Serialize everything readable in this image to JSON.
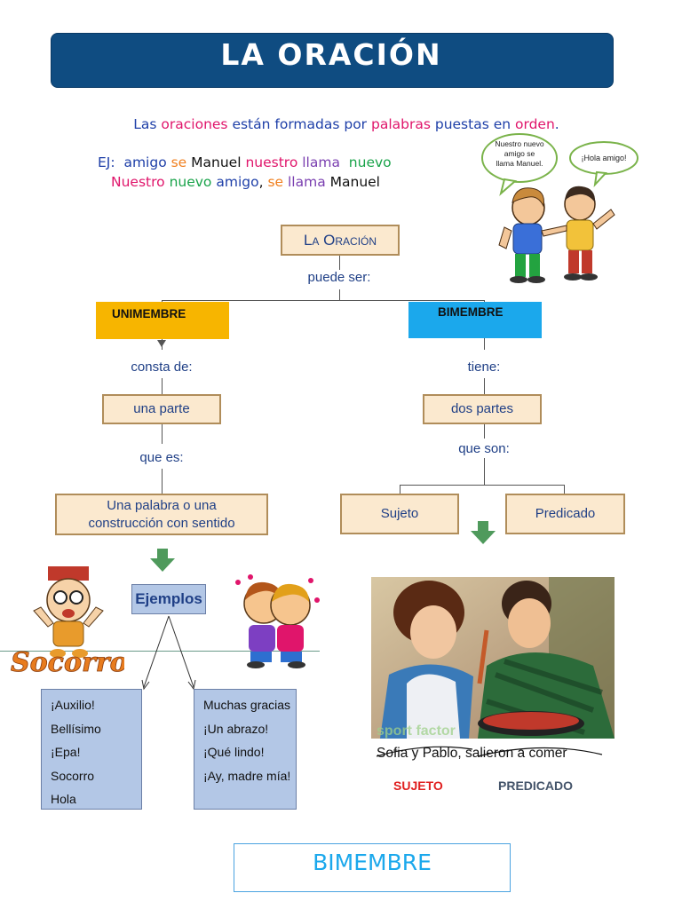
{
  "header": {
    "title": "LA ORACIÓN"
  },
  "intro": {
    "segments": [
      {
        "text": "Las ",
        "color": "#1e3fa8"
      },
      {
        "text": "oraciones",
        "color": "#e0156b"
      },
      {
        "text": " están formadas por ",
        "color": "#1e3fa8"
      },
      {
        "text": "palabras",
        "color": "#e0156b"
      },
      {
        "text": " puestas en ",
        "color": "#1e3fa8"
      },
      {
        "text": "orden",
        "color": "#e0156b"
      },
      {
        "text": ".",
        "color": "#1e3fa8"
      }
    ]
  },
  "example": {
    "line1": [
      {
        "text": "EJ:  ",
        "color": "#1e3fa8"
      },
      {
        "text": "amigo ",
        "color": "#1e3fa8"
      },
      {
        "text": "se ",
        "color": "#f08020"
      },
      {
        "text": "Manuel ",
        "color": "#111111"
      },
      {
        "text": "nuestro ",
        "color": "#e0156b"
      },
      {
        "text": "llama  ",
        "color": "#7a3fb0"
      },
      {
        "text": "nuevo",
        "color": "#19a34a"
      }
    ],
    "line2": [
      {
        "text": "Nuestro ",
        "color": "#e0156b"
      },
      {
        "text": "nuevo ",
        "color": "#19a34a"
      },
      {
        "text": "amigo",
        "color": "#1e3fa8"
      },
      {
        "text": ", ",
        "color": "#111111"
      },
      {
        "text": "se ",
        "color": "#f08020"
      },
      {
        "text": "llama ",
        "color": "#7a3fb0"
      },
      {
        "text": "Manuel",
        "color": "#111111"
      }
    ]
  },
  "bubbles": {
    "left": "Nuestro nuevo amigo se llama Manuel.",
    "right": "¡Hola amigo!"
  },
  "map": {
    "root": "La Oración",
    "puede_ser": "puede ser:",
    "unimembre": "UNIMEMBRE",
    "bimembre": "BIMEMBRE",
    "consta_de": "consta de:",
    "tiene": "tiene:",
    "una_parte": "una parte",
    "dos_partes": "dos partes",
    "que_es": "que es:",
    "que_son": "que son:",
    "una_palabra_line1": "Una palabra o una",
    "una_palabra_line2": "construcción con sentido",
    "sujeto": "Sujeto",
    "predicado": "Predicado"
  },
  "examples": {
    "heading": "Ejemplos",
    "socorro_label": "Socorro",
    "left_list": [
      "¡Auxilio!",
      "Bellísimo",
      "¡Epa!",
      "Socorro",
      "Hola"
    ],
    "right_list": [
      "Muchas gracias",
      "¡Un abrazo!",
      "¡Qué lindo!",
      "¡Ay, madre mía!"
    ]
  },
  "photo": {
    "watermark": "sport factor",
    "sentence_subject": "Sofia y Pablo,",
    "sentence_predicate": " salieron a comer",
    "sujeto_label": "SUJETO",
    "predicado_label": "PREDICADO"
  },
  "footer": {
    "label": "BIMEMBRE"
  },
  "colors": {
    "title_bg": "#0f4c81",
    "unimembre": "#f7b500",
    "bimembre": "#1ba8ec",
    "box_fill": "#fbe9cf",
    "arrow_green": "#4f9a5c",
    "examples_fill": "#b3c7e6",
    "sujeto": "#e02020",
    "predicado": "#44546a"
  }
}
